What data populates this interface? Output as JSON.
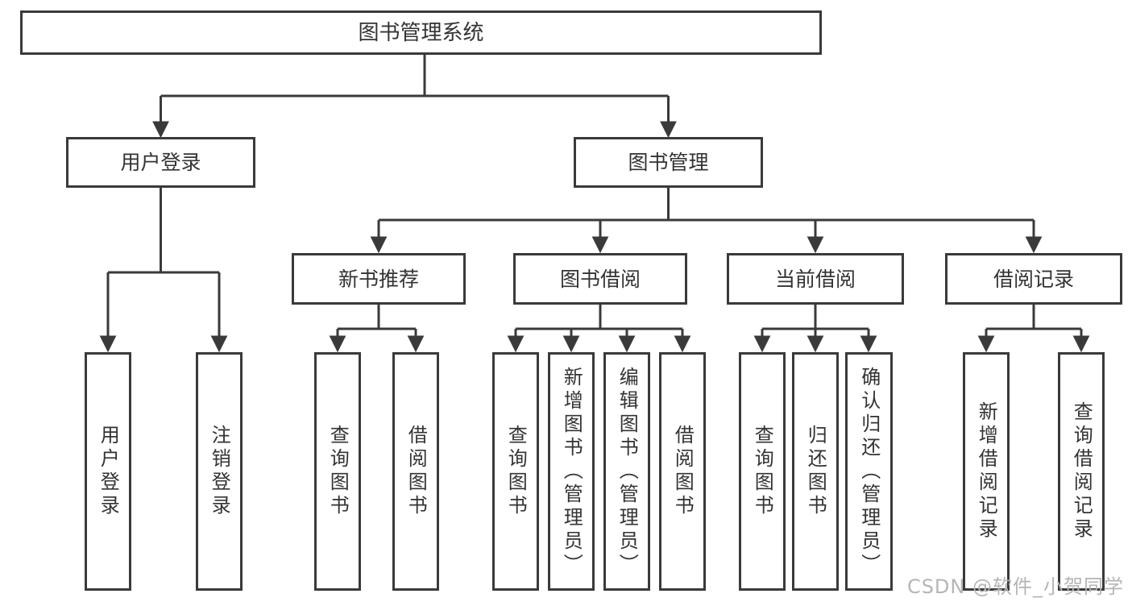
{
  "colors": {
    "line": "#3a3a3a",
    "text": "#333333",
    "background": "#ffffff",
    "watermark": "#b5b5b5"
  },
  "watermark": "CSDN @软件_小贺同学",
  "tree": {
    "label": "图书管理系统",
    "children": [
      {
        "label": "用户登录",
        "children": [
          {
            "label": "用户登录"
          },
          {
            "label": "注销登录"
          }
        ]
      },
      {
        "label": "图书管理",
        "children": [
          {
            "label": "新书推荐",
            "children": [
              {
                "label": "查询图书"
              },
              {
                "label": "借阅图书"
              }
            ]
          },
          {
            "label": "图书借阅",
            "children": [
              {
                "label": "查询图书"
              },
              {
                "label": "新增图书（管理员）"
              },
              {
                "label": "编辑图书（管理员）"
              },
              {
                "label": "借阅图书"
              }
            ]
          },
          {
            "label": "当前借阅",
            "children": [
              {
                "label": "查询图书"
              },
              {
                "label": "归还图书"
              },
              {
                "label": "确认归还（管理员）"
              }
            ]
          },
          {
            "label": "借阅记录",
            "children": [
              {
                "label": "新增借阅记录"
              },
              {
                "label": "查询借阅记录"
              }
            ]
          }
        ]
      }
    ]
  }
}
